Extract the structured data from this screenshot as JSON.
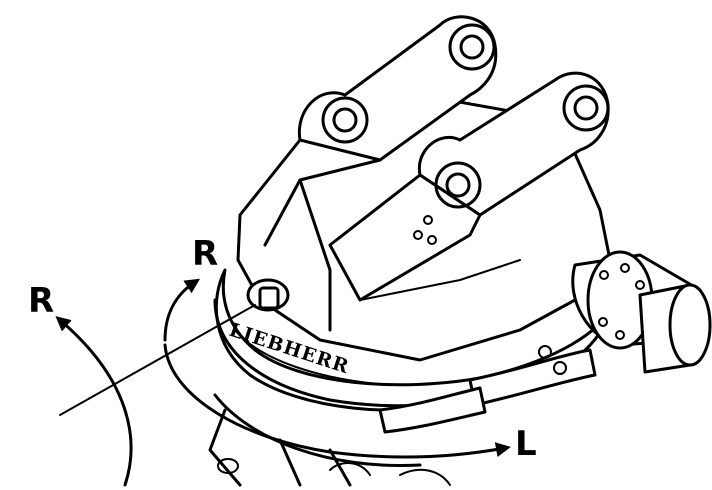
{
  "labels": {
    "rotate_right_outer": "R",
    "rotate_right_inner": "R",
    "rotate_left": "L"
  },
  "brand_text": "LIEBHERR",
  "colors": {
    "ink": "#000000",
    "paper": "#ffffff"
  }
}
